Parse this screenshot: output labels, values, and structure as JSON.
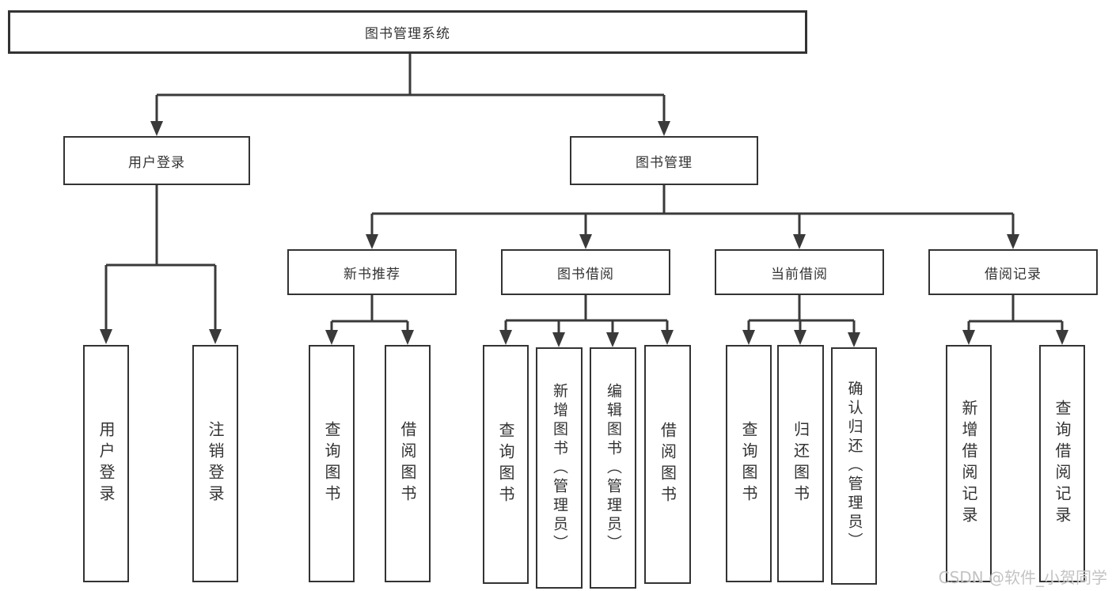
{
  "diagram": {
    "root": {
      "label": "图书管理系统"
    },
    "level2": [
      {
        "label": "用户登录"
      },
      {
        "label": "图书管理"
      }
    ],
    "level3": [
      {
        "label": "新书推荐",
        "parent": "图书管理"
      },
      {
        "label": "图书借阅",
        "parent": "图书管理"
      },
      {
        "label": "当前借阅",
        "parent": "图书管理"
      },
      {
        "label": "借阅记录",
        "parent": "图书管理"
      }
    ],
    "leaves": [
      {
        "label": "用户登录",
        "parent": "用户登录"
      },
      {
        "label": "注销登录",
        "parent": "用户登录"
      },
      {
        "label": "查询图书",
        "parent": "新书推荐"
      },
      {
        "label": "借阅图书",
        "parent": "新书推荐"
      },
      {
        "label": "查询图书",
        "parent": "图书借阅"
      },
      {
        "label": "新增图书（管理员）",
        "parent": "图书借阅"
      },
      {
        "label": "编辑图书（管理员）",
        "parent": "图书借阅"
      },
      {
        "label": "借阅图书",
        "parent": "图书借阅"
      },
      {
        "label": "查询图书",
        "parent": "当前借阅"
      },
      {
        "label": "归还图书",
        "parent": "当前借阅"
      },
      {
        "label": "确认归还（管理员）",
        "parent": "当前借阅"
      },
      {
        "label": "新增借阅记录",
        "parent": "借阅记录"
      },
      {
        "label": "查询借阅记录",
        "parent": "借阅记录"
      }
    ],
    "watermark": "CSDN @软件_小贺同学",
    "colors": {
      "line": "#3a3a3a",
      "border": "#333333",
      "text": "#333333",
      "background": "#ffffff",
      "watermark": "#b9b9b9"
    }
  }
}
